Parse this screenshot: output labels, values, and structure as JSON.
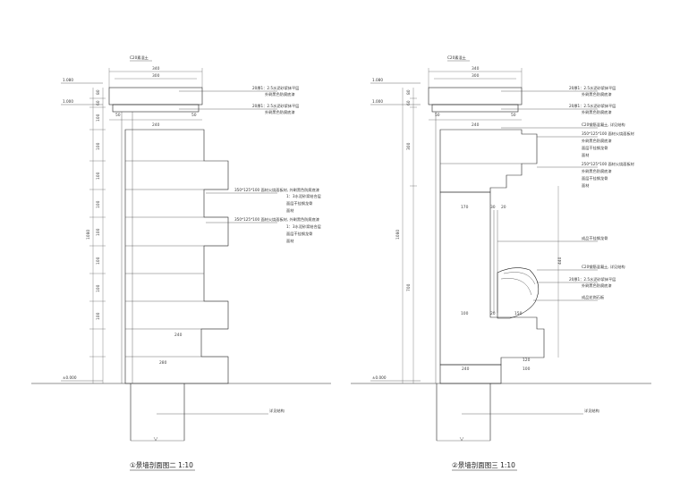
{
  "drawing_left": {
    "title": "①景墙剖面图二 1:10",
    "top_label": "C20素混土",
    "top_dims": [
      "340",
      "300"
    ],
    "elevations": [
      "1.080",
      "1.000",
      "±0.000"
    ],
    "left_dims": [
      "80",
      "60",
      "100",
      "100",
      "100",
      "100",
      "100",
      "100",
      "100",
      "100",
      "1080"
    ],
    "inner_dims": [
      "50",
      "50",
      "240",
      "240",
      "280"
    ],
    "notes": [
      "20厚1：2.5水泥砂浆抹平层",
      "外刷黑色防腐底漆",
      "20厚1：2.5水泥砂浆抹平层",
      "外刷黑色防腐底漆",
      "350*125*100 面材火烧面板材, 外刷黑色防腐底漆",
      "1：3水泥砂浆结合层",
      "面层干挂钢龙骨",
      "面材",
      "350*125*100 面材火烧面板材, 外刷黑色防腐底漆",
      "1：3水泥砂浆结合层",
      "面层干挂钢龙骨",
      "面材"
    ],
    "ground_note": "详见结构"
  },
  "drawing_right": {
    "title": "②景墙剖面图三 1:10",
    "top_label": "C20素混土",
    "top_dims": [
      "340",
      "300"
    ],
    "elevations": [
      "1.080",
      "1.000",
      "±0.000"
    ],
    "left_dims": [
      "80",
      "60",
      "300",
      "1080",
      "700",
      "440"
    ],
    "inner_dims": [
      "50",
      "50",
      "240",
      "170",
      "30",
      "20",
      "20",
      "100",
      "150",
      "120",
      "100",
      "240"
    ],
    "notes": [
      "20厚1：2.5水泥砂浆抹平层",
      "外刷黑色防腐底漆",
      "20厚1：2.5水泥砂浆抹平层",
      "外刷黑色防腐底漆",
      "C20钢筋混凝土, 详见结构",
      "350*125*100 面材火烧面板材",
      "外刷黑色防腐底漆",
      "面层干挂钢龙骨",
      "面材",
      "250*125*100 面材火烧面板材",
      "外刷黑色防腐底漆",
      "面层干挂钢龙骨",
      "面材",
      "成品干挂钢龙骨",
      "C20钢筋混凝土, 详见结构",
      "20厚1：2.5水泥砂浆抹平层",
      "外刷黑色防腐底漆",
      "成品花岗石板"
    ],
    "ground_note": "详见结构"
  }
}
